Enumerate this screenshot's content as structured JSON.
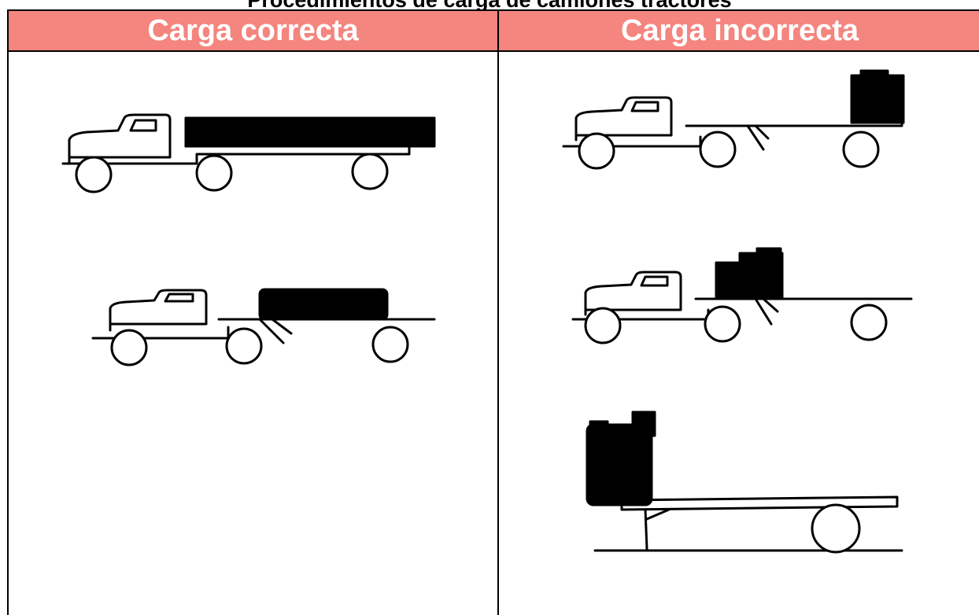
{
  "title": "Procedimientos de carga de camiones tractores",
  "colors": {
    "header_background": "#f4857f",
    "header_text": "#ffffff",
    "border": "#000000",
    "ink": "#000000",
    "background": "#ffffff"
  },
  "columns": [
    {
      "heading": "Carga correcta",
      "figures": [
        {
          "icon": "flatbed-truck-full-load-icon"
        },
        {
          "icon": "tractor-semitrailer-centered-load-icon"
        }
      ]
    },
    {
      "heading": "Carga incorrecta",
      "figures": [
        {
          "icon": "tractor-semitrailer-rear-load-icon"
        },
        {
          "icon": "tractor-semitrailer-front-load-icon"
        },
        {
          "icon": "detached-semitrailer-front-load-icon"
        }
      ]
    }
  ]
}
